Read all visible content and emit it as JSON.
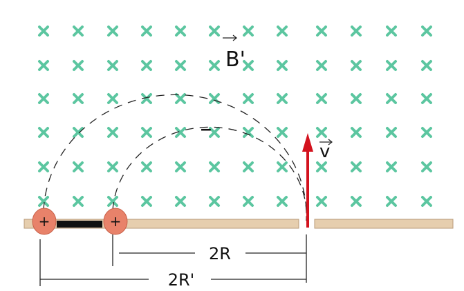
{
  "field_label": "B'",
  "velocity_label": "v",
  "charge_sign": "+",
  "negative_sign": "−",
  "dimension_small": "2R",
  "dimension_large": "2R'",
  "colors": {
    "field_mark": "#5cc6a0",
    "rail": "#e6ceae",
    "rail_edge": "#b89a78",
    "charge": "#e8826a",
    "arrow": "#d3121e"
  }
}
